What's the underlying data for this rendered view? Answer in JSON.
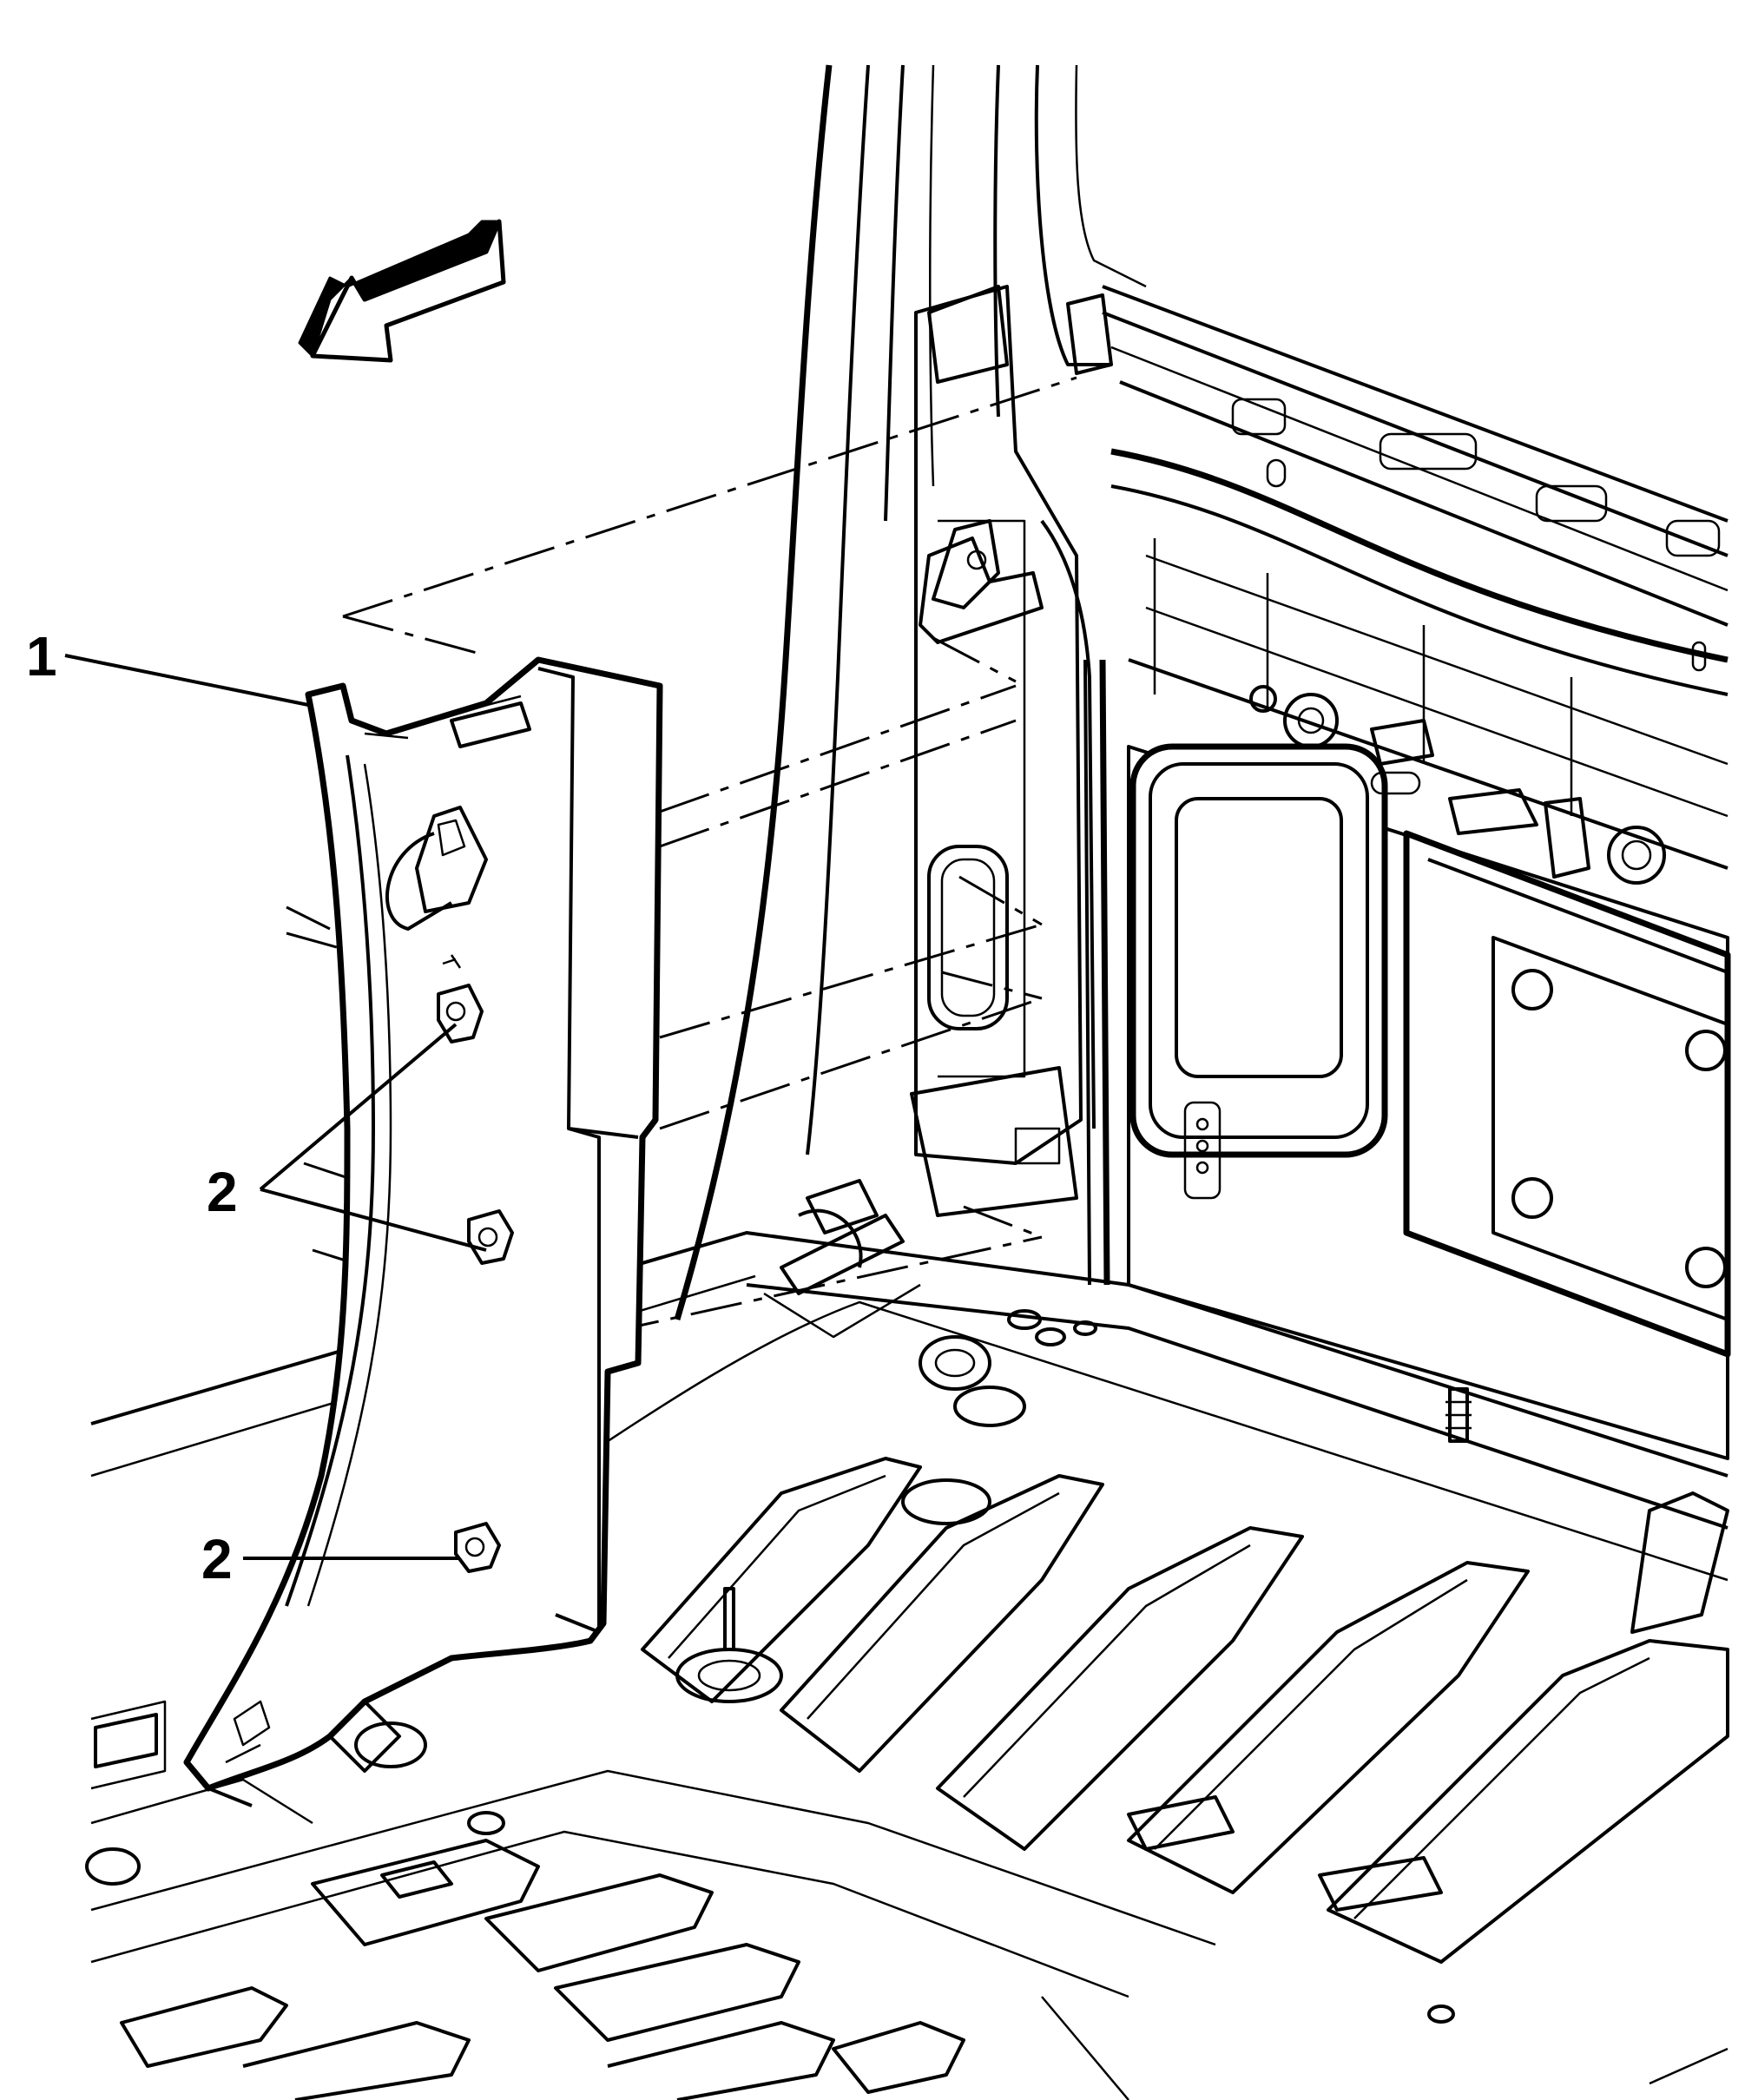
{
  "callouts": [
    {
      "label": "1",
      "target": "trim-panel"
    },
    {
      "label": "2",
      "target": "upper-clips"
    },
    {
      "label": "2",
      "target": "lower-clip"
    }
  ],
  "icons": {
    "direction_arrow": "vehicle-front-arrow-icon"
  },
  "colors": {
    "ink": "#000000",
    "paper": "#ffffff"
  }
}
